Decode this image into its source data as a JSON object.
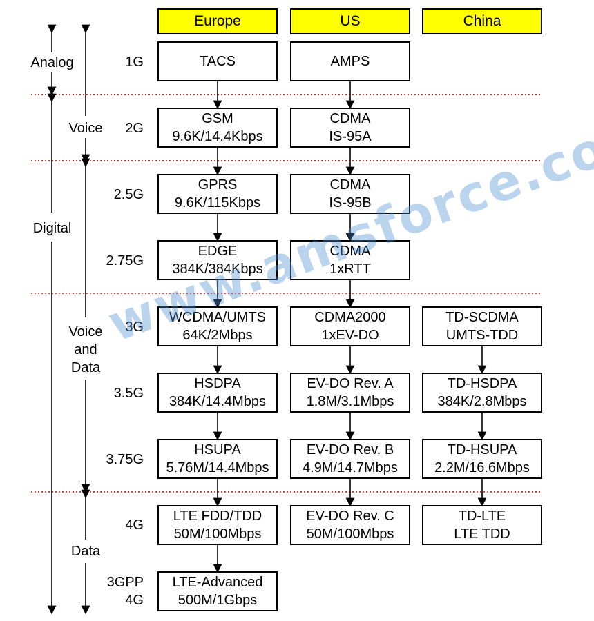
{
  "headers": {
    "europe": "Europe",
    "us": "US",
    "china": "China"
  },
  "side_labels": {
    "analog": "Analog",
    "digital": "Digital",
    "voice": "Voice",
    "voice_and_data": [
      "Voice",
      "and",
      "Data"
    ],
    "data": "Data"
  },
  "generations": {
    "g1": "1G",
    "g2": "2G",
    "g25": "2.5G",
    "g275": "2.75G",
    "g3": "3G",
    "g35": "3.5G",
    "g375": "3.75G",
    "g4": "4G",
    "g3gpp": [
      "3GPP",
      "4G"
    ]
  },
  "europe": {
    "r1": [
      "TACS"
    ],
    "r2": [
      "GSM",
      "9.6K/14.4Kbps"
    ],
    "r3": [
      "GPRS",
      "9.6K/115Kbps"
    ],
    "r4": [
      "EDGE",
      "384K/384Kbps"
    ],
    "r5": [
      "WCDMA/UMTS",
      "64K/2Mbps"
    ],
    "r6": [
      "HSDPA",
      "384K/14.4Mbps"
    ],
    "r7": [
      "HSUPA",
      "5.76M/14.4Mbps"
    ],
    "r8": [
      "LTE FDD/TDD",
      "50M/100Mbps"
    ],
    "r9": [
      "LTE-Advanced",
      "500M/1Gbps"
    ]
  },
  "us": {
    "r1": [
      "AMPS"
    ],
    "r2": [
      "CDMA",
      "IS-95A"
    ],
    "r3": [
      "CDMA",
      "IS-95B"
    ],
    "r4": [
      "CDMA",
      "1xRTT"
    ],
    "r5": [
      "CDMA2000",
      "1xEV-DO"
    ],
    "r6": [
      "EV-DO Rev. A",
      "1.8M/3.1Mbps"
    ],
    "r7": [
      "EV-DO Rev. B",
      "4.9M/14.7Mbps"
    ],
    "r8": [
      "EV-DO Rev. C",
      "50M/100Mbps"
    ]
  },
  "china": {
    "r5": [
      "TD-SCDMA",
      "UMTS-TDD"
    ],
    "r6": [
      "TD-HSDPA",
      "384K/2.8Mbps"
    ],
    "r7": [
      "TD-HSUPA",
      "2.2M/16.6Mbps"
    ],
    "r8": [
      "TD-LTE",
      "LTE TDD"
    ]
  },
  "watermark": "www.amsforce.com",
  "colors": {
    "header_fill": "#ffff00",
    "divider": "#cc0000",
    "watermark": "#4f8fd0"
  }
}
